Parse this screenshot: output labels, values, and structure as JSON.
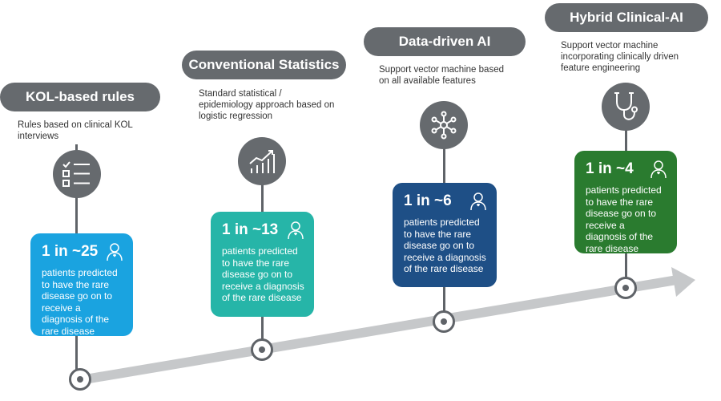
{
  "colors": {
    "pill": "#666a6e",
    "stem": "#5f6368",
    "arrow": "#c6c8ca",
    "card_kol": "#1aa3e0",
    "card_conventional": "#26b5a8",
    "card_datadriven": "#1e4f86",
    "card_hybrid": "#2a7b2f"
  },
  "stages": [
    {
      "title": "KOL-based rules",
      "description": "Rules based on clinical KOL interviews",
      "icon": "checklist-icon",
      "stat": "1 in ~25",
      "card_text": "patients predicted to have the rare disease go on to receive a diagnosis of the rare disease"
    },
    {
      "title": "Conventional Statistics",
      "description": "Standard statistical / epidemiology approach based on logistic regression",
      "icon": "rising-chart-icon",
      "stat": "1 in ~13",
      "card_text": "patients predicted to have the rare disease go on to receive a diagnosis of the rare disease"
    },
    {
      "title": "Data-driven AI",
      "description": "Support vector machine based on all available features",
      "icon": "network-nodes-icon",
      "stat": "1 in ~6",
      "card_text": "patients predicted to have the rare disease go on to receive a diagnosis of the rare disease"
    },
    {
      "title": "Hybrid Clinical-AI",
      "description": "Support vector machine incorporating clinically driven feature engineering",
      "icon": "stethoscope-icon",
      "stat": "1 in ~4",
      "card_text": "patients predicted to have the rare disease go on to receive a diagnosis of the rare disease"
    }
  ]
}
